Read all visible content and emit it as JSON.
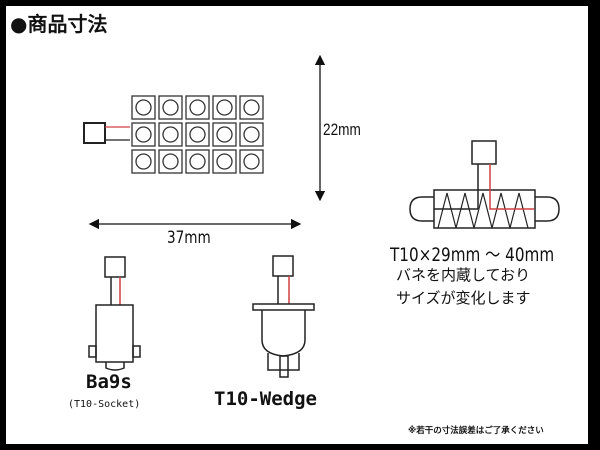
{
  "title": "●商品寸法",
  "dimensions": {
    "height": "22mm",
    "width": "37mm"
  },
  "festoon": {
    "size": "T10×29mm ～ 40mm",
    "note_line1": "バネを内蔵しており",
    "note_line2": "サイズが変化します"
  },
  "adapters": {
    "ba9s_label": "Ba9s",
    "ba9s_sub": "(T10-Socket)",
    "wedge_label": "T10-Wedge"
  },
  "disclaimer": "※若干の寸法誤差はご了承ください",
  "colors": {
    "wire_red": "#d04040",
    "line": "#222222"
  }
}
